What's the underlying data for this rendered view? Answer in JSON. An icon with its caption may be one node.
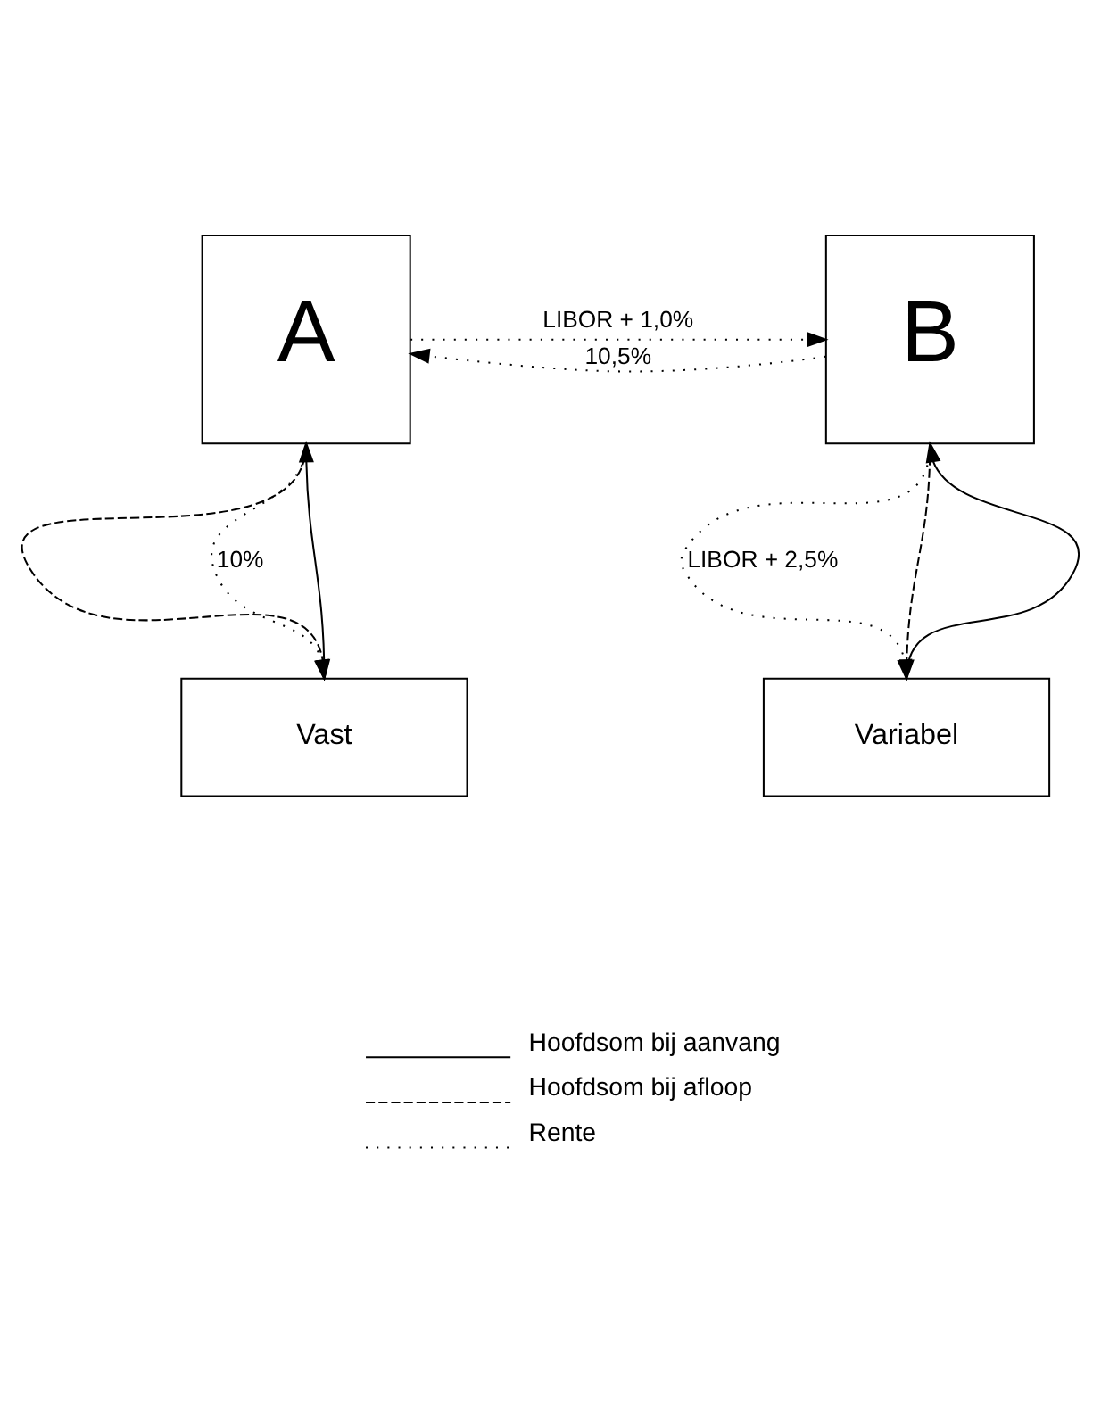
{
  "diagram": {
    "nodes": [
      {
        "text": [
          "A"
        ]
      },
      {
        "text": [
          "B"
        ]
      },
      {
        "text": [
          "Vast"
        ]
      },
      {
        "text": [
          "Variabel"
        ]
      }
    ],
    "edges": [
      {
        "from": 0,
        "to": 1,
        "arrow": "to",
        "style": "dashed",
        "label": "LIBOR + 1,0%"
      },
      {
        "from": 1,
        "to": 0,
        "arrow": "to",
        "style": "dashed",
        "label": "10,5%"
      },
      {
        "from": 2,
        "to": 0,
        "arrow": "to"
      },
      {
        "from": 0,
        "to": 2,
        "arrow": "to",
        "style": "dashed"
      },
      {
        "from": 0,
        "to": 2,
        "arrow": "to",
        "style": "dashed",
        "label": "10%"
      },
      {
        "from": 1,
        "to": 3,
        "arrow": "to",
        "style": "dashed",
        "label": "LIBOR + 2,5%"
      },
      {
        "from": 1,
        "to": 3,
        "arrow": "to",
        "style": "dashed"
      },
      {
        "from": 3,
        "to": 1,
        "arrow": "to"
      }
    ],
    "legend": [
      {
        "text": "Hoofdsom bij aanvang"
      },
      {
        "text": "Hoofdsom bij afloop"
      },
      {
        "text": "Rente"
      }
    ]
  }
}
